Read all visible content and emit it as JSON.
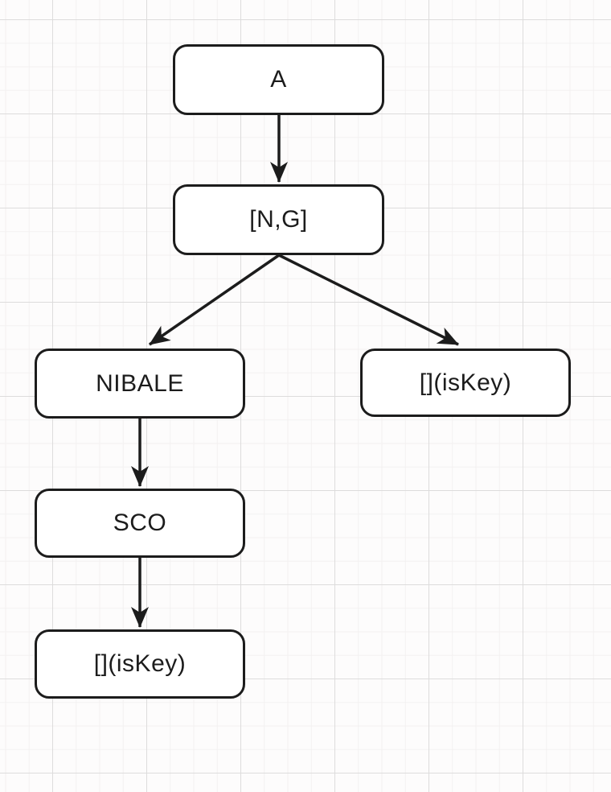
{
  "diagram": {
    "type": "flowchart",
    "nodes": [
      {
        "id": "a",
        "label": "A"
      },
      {
        "id": "ng",
        "label": "[N,G]"
      },
      {
        "id": "nibale",
        "label": "NIBALE"
      },
      {
        "id": "iskey_right",
        "label": "[](isKey)"
      },
      {
        "id": "sco",
        "label": "SCO"
      },
      {
        "id": "iskey_bottom",
        "label": "[](isKey)"
      }
    ],
    "edges": [
      {
        "from": "A",
        "to": "[N,G]"
      },
      {
        "from": "[N,G]",
        "to": "NIBALE"
      },
      {
        "from": "[N,G]",
        "to": "[](isKey)"
      },
      {
        "from": "NIBALE",
        "to": "SCO"
      },
      {
        "from": "SCO",
        "to": "[](isKey)"
      }
    ]
  },
  "colors": {
    "stroke": "#1c1c1c",
    "node_fill": "#ffffff",
    "background": "#fdfcfc",
    "grid_minor": "#f3f1f1",
    "grid_major": "#dddcdc"
  }
}
